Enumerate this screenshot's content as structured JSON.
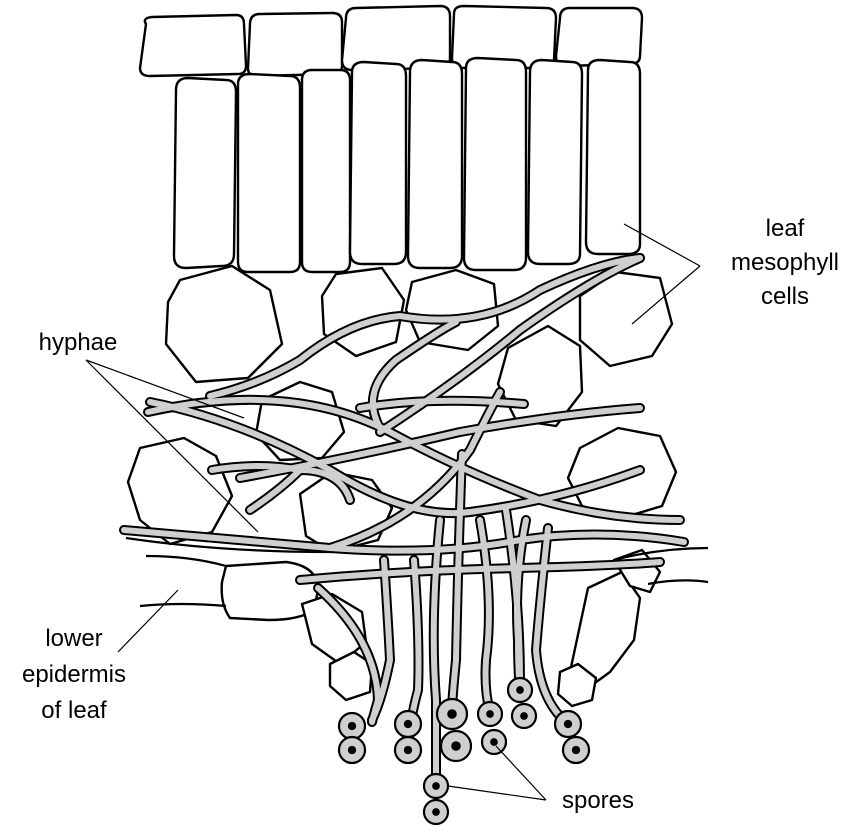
{
  "labels": {
    "leaf_mesophyll": [
      "leaf",
      "mesophyll",
      "cells"
    ],
    "hyphae": "hyphae",
    "lower_epidermis": [
      "lower",
      "epidermis",
      "of leaf"
    ],
    "spores": "spores"
  },
  "colors": {
    "outline": "#000000",
    "hypha_fill": "#cfcfcf",
    "background": "#ffffff"
  }
}
